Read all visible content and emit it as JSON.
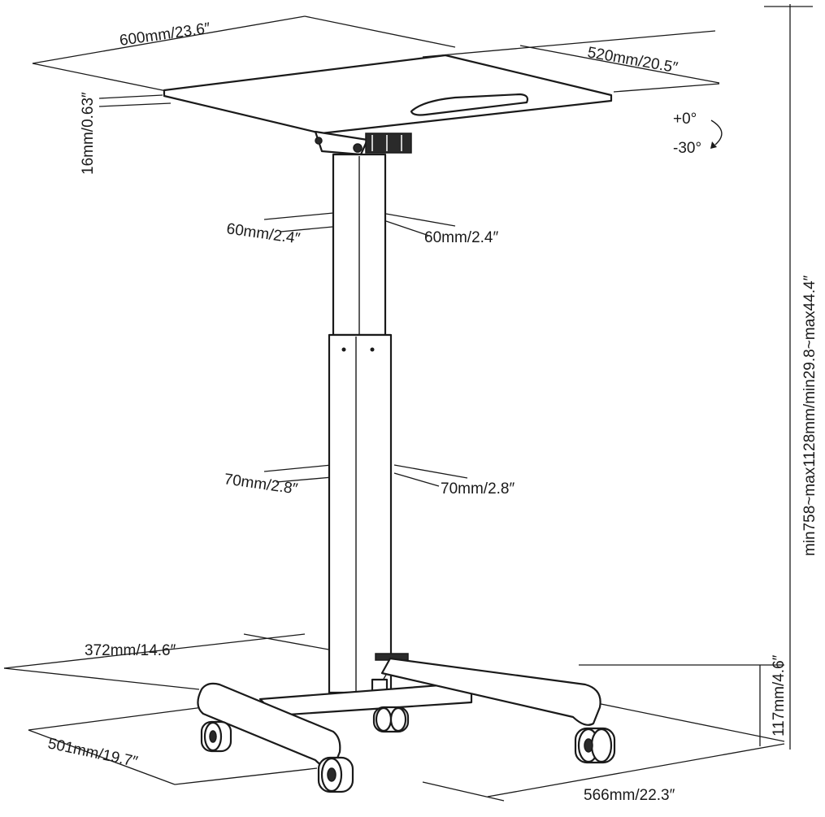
{
  "dimensions": {
    "top_width": "600mm/23.6″",
    "top_depth": "520mm/20.5″",
    "top_thickness": "16mm/0.63″",
    "tilt_up": "+0°",
    "tilt_down": "-30°",
    "upper_col_a": "60mm/2.4″",
    "upper_col_b": "60mm/2.4″",
    "lower_col_a": "70mm/2.8″",
    "lower_col_b": "70mm/2.8″",
    "height_range": "min758~max1128mm/min29.8~max44.4″",
    "base_offset": "372mm/14.6″",
    "base_depth": "501mm/19.7″",
    "base_width": "566mm/22.3″",
    "base_height": "117mm/4.6″"
  }
}
